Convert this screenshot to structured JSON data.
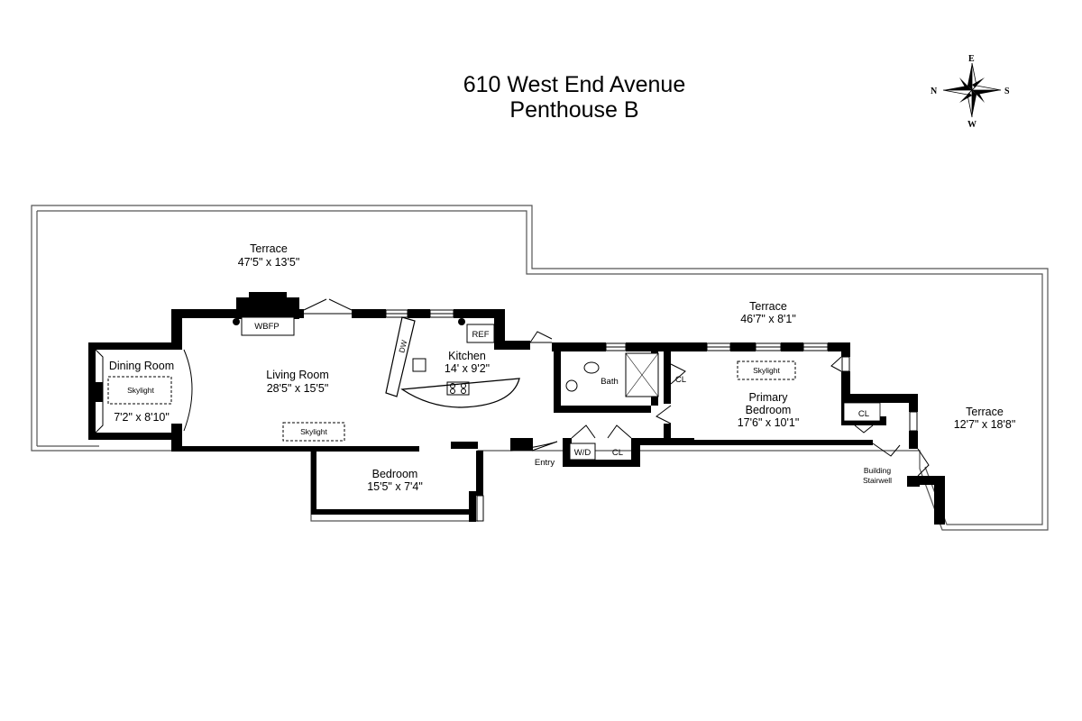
{
  "header": {
    "address": "610 West End Avenue",
    "unit": "Penthouse B"
  },
  "compass": {
    "north": "N",
    "east": "E",
    "south": "S",
    "west": "W"
  },
  "rooms": {
    "terrace_north": {
      "name": "Terrace",
      "size": "47'5\" x 13'5\""
    },
    "terrace_middle": {
      "name": "Terrace",
      "size": "46'7\" x 8'1\""
    },
    "terrace_east": {
      "name": "Terrace",
      "size": "12'7\" x 18'8\""
    },
    "dining_room": {
      "name": "Dining Room",
      "size": "7'2\" x 8'10\"",
      "skylight": "Skylight"
    },
    "living_room": {
      "name": "Living Room",
      "size": "28'5\" x 15'5\"",
      "skylight": "Skylight",
      "fireplace": "WBFP"
    },
    "kitchen": {
      "name": "Kitchen",
      "size": "14' x 9'2\"",
      "refrigerator": "REF",
      "dishwasher": "DW"
    },
    "bath": {
      "name": "Bath"
    },
    "primary_bedroom": {
      "name_line1": "Primary",
      "name_line2": "Bedroom",
      "size": "17'6\" x 10'1\"",
      "skylight": "Skylight",
      "closet": "CL",
      "closet2": "CL"
    },
    "bedroom": {
      "name": "Bedroom",
      "size": "15'5\" x 7'4\""
    },
    "entry": {
      "name": "Entry",
      "washer_dryer": "W/D",
      "closet": "CL"
    },
    "stairwell": {
      "line1": "Building",
      "line2": "Stairwell"
    }
  }
}
